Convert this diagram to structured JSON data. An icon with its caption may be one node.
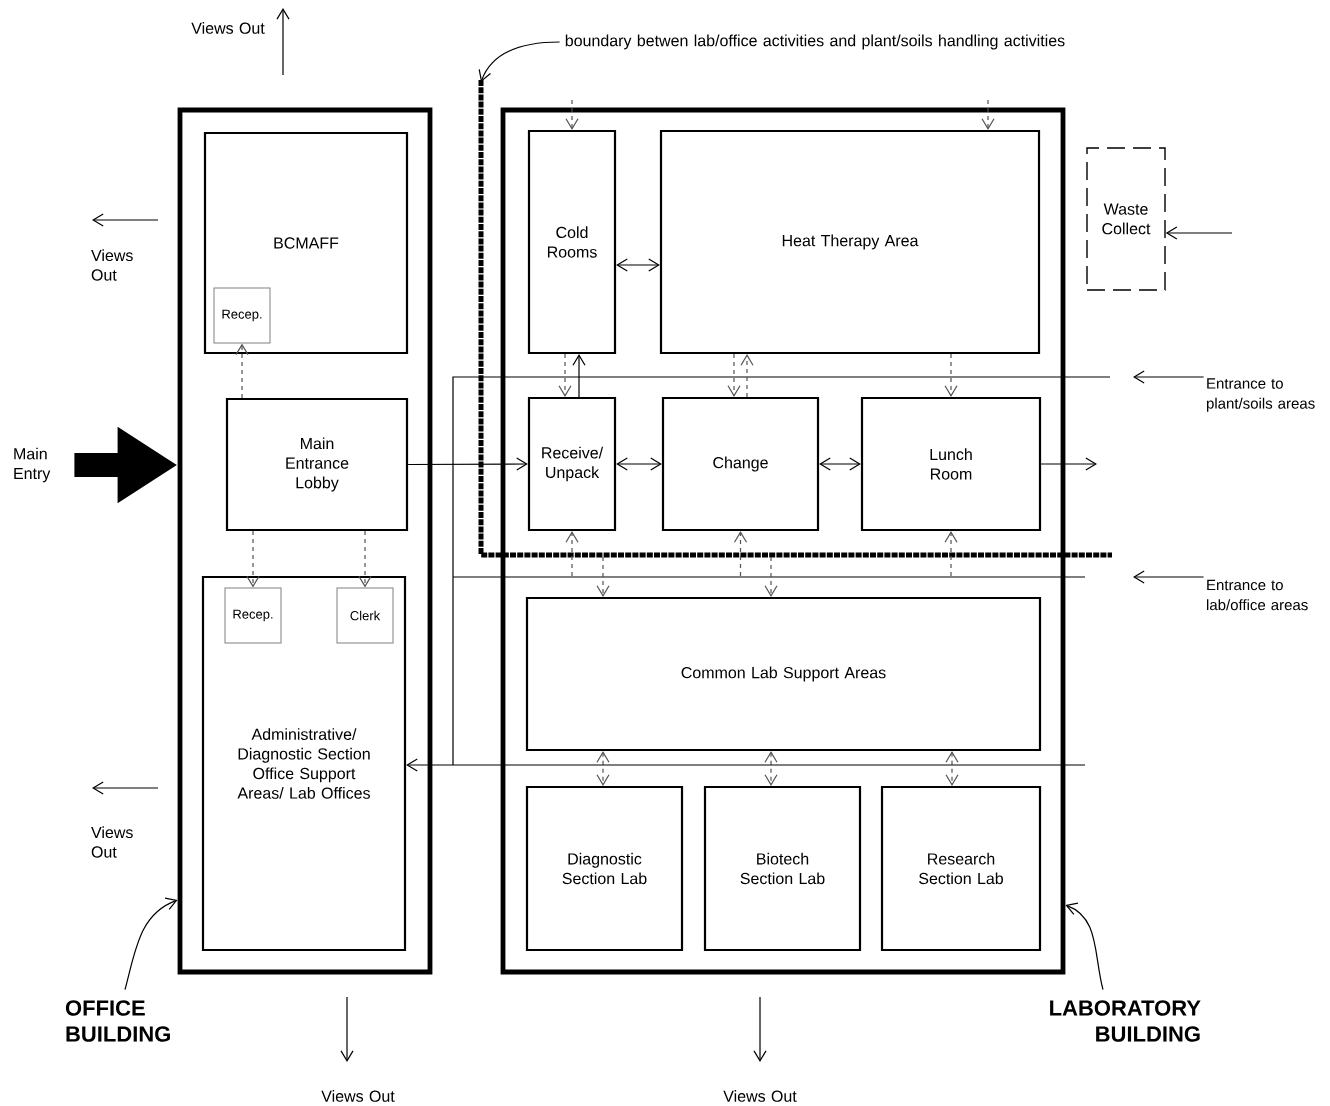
{
  "diagram": {
    "nodes": [
      {
        "text": [],
        "shape": "box"
      },
      {
        "text": [
          "BCMAFF"
        ],
        "in": 0
      },
      {
        "text": [
          "Recep."
        ],
        "in": 1
      },
      {
        "text": [
          "Main Entrance Lobby"
        ],
        "in": 0
      },
      {
        "text": [
          "Administrative/ Diagnostic Section Office Support Areas/ Lab Offices"
        ],
        "in": 0
      },
      {
        "text": [
          "Recep."
        ],
        "in": 4
      },
      {
        "text": [
          "Clerk"
        ],
        "in": 4
      },
      {
        "text": [],
        "shape": "box"
      },
      {
        "text": [
          "Cold Rooms"
        ],
        "in": 7
      },
      {
        "text": [
          "Heat Therapy Area"
        ],
        "in": 7
      },
      {
        "text": [
          "Receive/ Unpack"
        ],
        "in": 7
      },
      {
        "text": [
          "Change"
        ],
        "in": 7
      },
      {
        "text": [
          "Lunch Room"
        ],
        "in": 7
      },
      {
        "text": [
          "Common Lab Support Areas"
        ],
        "in": 7
      },
      {
        "text": [
          "Diagnostic Section Lab"
        ],
        "in": 7
      },
      {
        "text": [
          "Biotech Section Lab"
        ],
        "in": 7
      },
      {
        "text": [
          "Research Section Lab"
        ],
        "in": 7
      },
      {
        "text": [
          "Waste Collect"
        ]
      },
      {
        "text": [
          "Main Entry"
        ]
      },
      {
        "text": [
          "OFFICE BUILDING"
        ]
      },
      {
        "text": [
          "LABORATORY BUILDING"
        ]
      },
      {
        "text": [
          "Entrance to plant/soils areas"
        ]
      },
      {
        "text": [
          "Entrance to lab/office areas"
        ]
      },
      {
        "text": [
          "boundary betwen lab/office activities and plant/soils handling activities"
        ]
      }
    ],
    "edges": [
      {
        "from": 3,
        "to": 2,
        "arrow": "to",
        "style": "dashed"
      },
      {
        "from": 3,
        "to": 5,
        "arrow": "to",
        "style": "dashed"
      },
      {
        "from": 3,
        "to": 6,
        "arrow": "to",
        "style": "dashed"
      },
      {
        "from": 3,
        "to": 10,
        "arrow": "to"
      },
      {
        "from": 10,
        "to": 11,
        "arrow": "both"
      },
      {
        "from": 11,
        "to": 12,
        "arrow": "both"
      },
      {
        "from": 12,
        "to": null,
        "arrow": "to"
      },
      {
        "from": 8,
        "to": 9,
        "arrow": "both"
      },
      {
        "from": 10,
        "to": 8,
        "arrow": "to"
      },
      {
        "from": 11,
        "to": 9,
        "arrow": "to",
        "style": "dashed"
      },
      {
        "from": null,
        "to": 8,
        "arrow": "to",
        "style": "dashed"
      },
      {
        "from": null,
        "to": 9,
        "arrow": "to",
        "style": "dashed"
      },
      {
        "from": 8,
        "to": 10,
        "arrow": "to",
        "style": "dashed"
      },
      {
        "from": 9,
        "to": 11,
        "arrow": "to",
        "style": "dashed"
      },
      {
        "from": 9,
        "to": 12,
        "arrow": "to",
        "style": "dashed"
      },
      {
        "from": null,
        "to": 10,
        "arrow": "to",
        "style": "dashed"
      },
      {
        "from": null,
        "to": 11,
        "arrow": "to",
        "style": "dashed"
      },
      {
        "from": null,
        "to": 12,
        "arrow": "to",
        "style": "dashed"
      },
      {
        "from": null,
        "to": 13,
        "arrow": "to",
        "style": "dashed"
      },
      {
        "from": null,
        "to": 13,
        "arrow": "to",
        "style": "dashed"
      },
      {
        "from": 13,
        "to": 14,
        "arrow": "both",
        "style": "dashed"
      },
      {
        "from": 13,
        "to": 15,
        "arrow": "both",
        "style": "dashed"
      },
      {
        "from": 13,
        "to": 16,
        "arrow": "both",
        "style": "dashed"
      },
      {
        "from": null,
        "to": 4,
        "arrow": "to"
      },
      {
        "from": null,
        "to": 17,
        "arrow": "to"
      },
      {
        "from": 21,
        "to": null,
        "arrow": "to"
      },
      {
        "from": 22,
        "to": null,
        "arrow": "to"
      },
      {
        "from": 18,
        "to": 0,
        "arrow": "to",
        "style": "thick"
      },
      {
        "from": 19,
        "to": 0,
        "arrow": "to"
      },
      {
        "from": 20,
        "to": 7,
        "arrow": "to"
      },
      {
        "from": 23,
        "to": null,
        "arrow": "to"
      }
    ],
    "labels": [
      "Views Out",
      "Views Out",
      "Views Out",
      "Views Out",
      "Views Out"
    ]
  }
}
